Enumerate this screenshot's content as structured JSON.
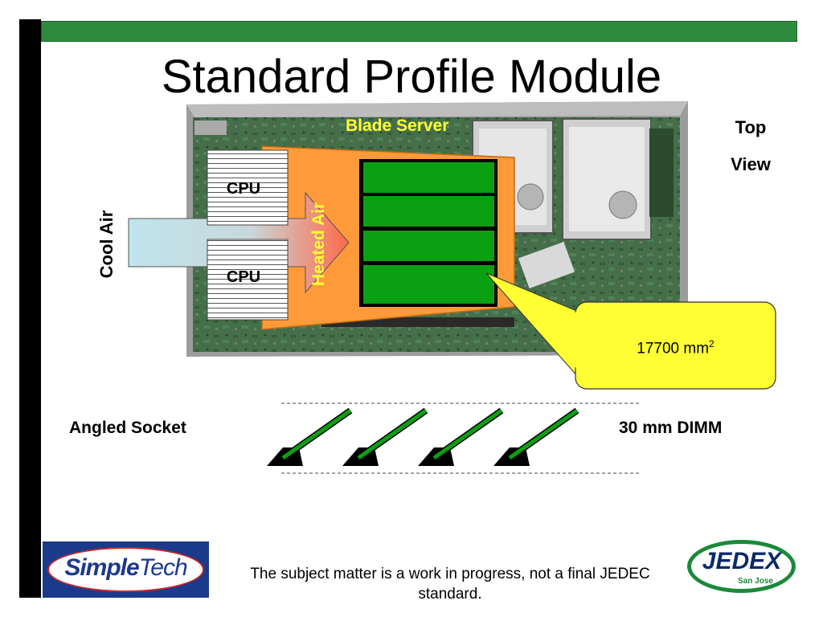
{
  "slide": {
    "title": "Standard Profile Module",
    "board_label": "Blade Server",
    "top_view_line1": "Top",
    "top_view_line2": "View",
    "cpu1": "CPU",
    "cpu2": "CPU",
    "heated_air": "Heated Air",
    "cool_air": "Cool Air",
    "callout_value": "17700 mm",
    "callout_sup": "2",
    "angled_socket": "Angled Socket",
    "dimm_label": "30 mm DIMM",
    "footer": "The subject matter is a work in progress, not a final JEDEC standard.",
    "logo_left": {
      "part1": "Simple",
      "part2": "Tech"
    },
    "logo_right": {
      "main": "JEDEX",
      "sub": "San Jose"
    }
  },
  "colors": {
    "accent_green": "#2e8b3e",
    "dimm_green": "#0aa012",
    "heat_orange": "#ff9a3a",
    "callout_yellow": "#ffff33",
    "cool_air_blue": "#b6dfe8",
    "board_green": "#4a7a4a"
  }
}
